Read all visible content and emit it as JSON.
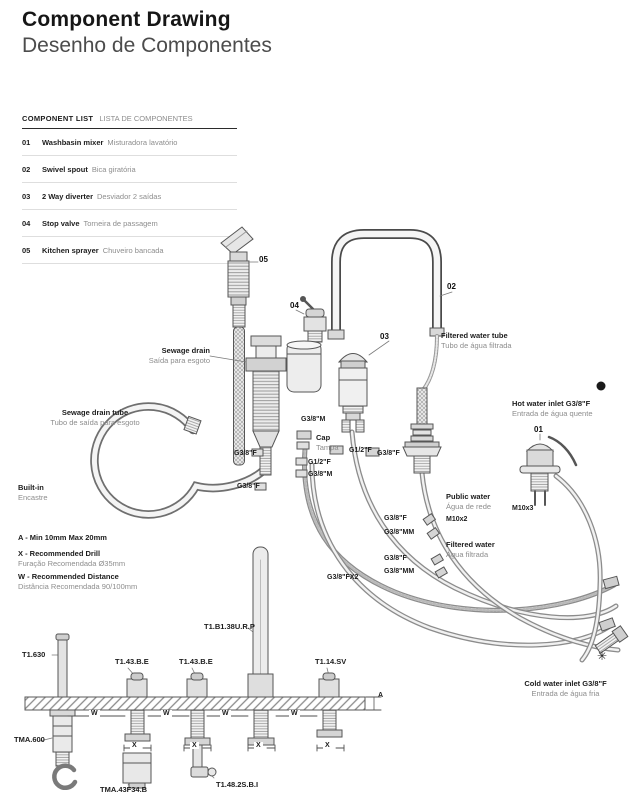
{
  "header": {
    "title": "Component Drawing",
    "subtitle": "Desenho de Componentes"
  },
  "component_list": {
    "heading_en": "COMPONENT LIST",
    "heading_pt": "LISTA DE COMPONENTES",
    "items": [
      {
        "num": "01",
        "name": "Washbasin mixer",
        "name_pt": "Misturadora lavatório"
      },
      {
        "num": "02",
        "name": "Swivel spout",
        "name_pt": "Bica giratória"
      },
      {
        "num": "03",
        "name": "2 Way diverter",
        "name_pt": "Desviador 2 saídas"
      },
      {
        "num": "04",
        "name": "Stop valve",
        "name_pt": "Torneira de passagem"
      },
      {
        "num": "05",
        "name": "Kitchen sprayer",
        "name_pt": "Chuveiro bancada"
      }
    ]
  },
  "callouts": {
    "c01": "01",
    "c02": "02",
    "c03": "03",
    "c04": "04",
    "c05": "05"
  },
  "labels": {
    "sewage_drain": {
      "en": "Sewage drain",
      "pt": "Saída para esgoto"
    },
    "sewage_drain_tube": {
      "en": "Sewage drain tube",
      "pt": "Tubo de saída para esgoto"
    },
    "filtered_water_tube": {
      "en": "Filtered water tube",
      "pt": "Tubo de água filtrada"
    },
    "hot_water_inlet": {
      "en": "Hot water inlet G3/8\"F",
      "pt": "Entrada de água quente"
    },
    "public_water": {
      "en": "Public water",
      "pt": "Água de rede"
    },
    "filtered_water": {
      "en": "Filtered water",
      "pt": "Água filtrada"
    },
    "cold_water_inlet": {
      "en": "Cold water inlet G3/8\"F",
      "pt": "Entrada de água fria"
    },
    "cap": {
      "en": "Cap",
      "pt": "Tampa"
    },
    "m10x2": "M10x2",
    "m10x3": "M10x3"
  },
  "threads": {
    "g38m_top": "G3/8\"M",
    "g38f_a": "G3/8\"F",
    "g12f_a": "G1/2\"F",
    "g38f_b": "G3/8\"F",
    "g12f_b": "G1/2\"F",
    "g38m_b": "G3/8\"M",
    "g38f_c": "G3/8\"F",
    "g38f_r1": "G3/8\"F",
    "g38mm_r1": "G3/8\"MM",
    "g38f_r2": "G3/8\"F",
    "g38mm_r2": "G3/8\"MM",
    "g38fx2": "G3/8\"FX2"
  },
  "notes": {
    "built_in_en": "Built-in",
    "built_in_pt": "Encastre",
    "a_note": "A - Min 10mm Max 20mm",
    "x_note_en": "X - Recommended Drill",
    "x_note_pt": "Furação Recomendada Ø35mm",
    "w_note_en": "W - Recommended Distance",
    "w_note_pt": "Distância Recomendada 90/100mm"
  },
  "part_numbers": {
    "spout_col": "T1.B1.38U.R.P",
    "sprayer_rod": "T1.630",
    "valve1": "T1.43.B.E",
    "valve2": "T1.43.B.E",
    "valve3": "T1.14.SV",
    "sprayer_body": "TMA.600",
    "mixer_body": "TMA.43F34.B",
    "elbow": "T1.48.2S.B.I"
  },
  "dims": {
    "w": "W",
    "x": "X",
    "a": "A"
  },
  "symbols": {
    "cold": "✳"
  },
  "colors": {
    "ink": "#1c1c1c",
    "muted": "#8d8d8d",
    "line": "#565656"
  }
}
